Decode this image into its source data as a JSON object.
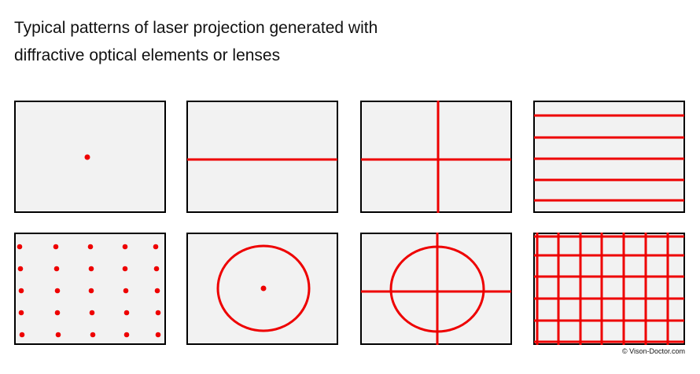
{
  "title": {
    "line1": "Typical patterns of laser projection generated with",
    "line2": "diffractive optical elements or lenses"
  },
  "copyright": "© Vison-Doctor.com",
  "colors": {
    "panel_fill": "#f2f2f2",
    "panel_border": "#000000",
    "laser": "#ee0000"
  },
  "patterns": [
    {
      "pattern": "single-dot"
    },
    {
      "pattern": "line"
    },
    {
      "pattern": "cross"
    },
    {
      "pattern": "multiple-lines"
    },
    {
      "pattern": "dot-matrix"
    },
    {
      "pattern": "circle-with-dot"
    },
    {
      "pattern": "circle-with-cross"
    },
    {
      "pattern": "grid"
    }
  ]
}
